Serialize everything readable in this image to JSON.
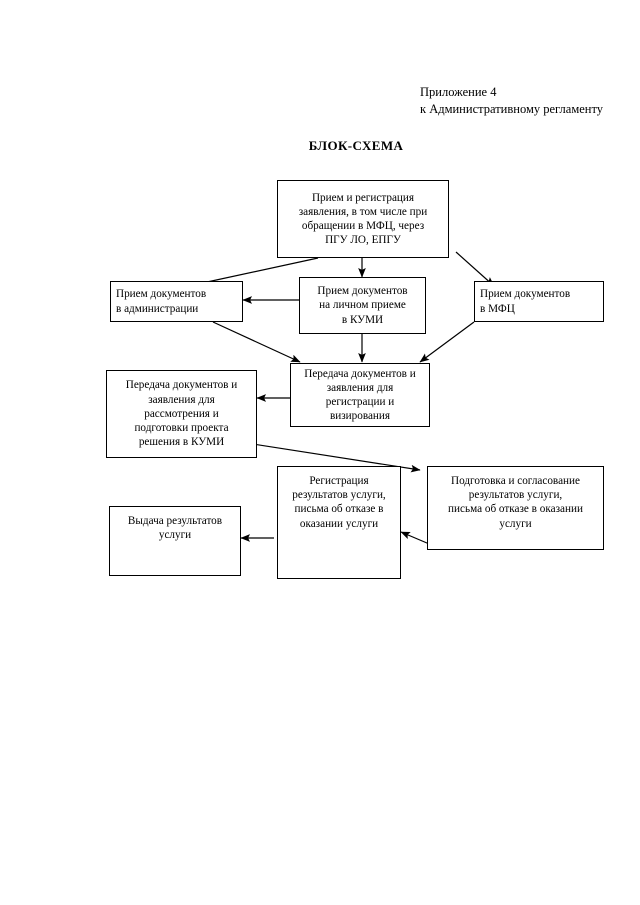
{
  "header": {
    "line1": "Приложение 4",
    "line2": "к Административному регламенту"
  },
  "title": "БЛОК-СХЕМА",
  "diagram": {
    "type": "flowchart",
    "nodes": [
      {
        "id": "intake",
        "lines": [
          "Прием и регистрация",
          "заявления, в том числе при",
          "обращении в МФЦ, через",
          "ПГУ ЛО, ЕПГУ"
        ]
      },
      {
        "id": "admin",
        "lines": [
          "Прием документов",
          "в администрации"
        ]
      },
      {
        "id": "kumi",
        "lines": [
          "Прием документов",
          "на личном приеме",
          "в КУМИ"
        ]
      },
      {
        "id": "mfc",
        "lines": [
          "Прием документов",
          "в МФЦ"
        ]
      },
      {
        "id": "transfer-reg",
        "lines": [
          "Передача документов и",
          "заявления для",
          "регистрации и",
          "визирования"
        ]
      },
      {
        "id": "transfer-review",
        "lines": [
          "Передача документов и",
          "заявления для",
          "рассмотрения и",
          "подготовки проекта",
          "решения в КУМИ"
        ]
      },
      {
        "id": "registration",
        "lines": [
          "Регистрация",
          "результатов услуги,",
          "письма об отказе в",
          "оказании услуги"
        ]
      },
      {
        "id": "preparation",
        "lines": [
          "Подготовка и согласование",
          "результатов услуги,",
          "письма об отказе в оказании",
          "услуги"
        ]
      },
      {
        "id": "issue",
        "lines": [
          "Выдача результатов",
          "услуги"
        ]
      }
    ],
    "edges": [
      {
        "from": "intake",
        "to": "admin"
      },
      {
        "from": "intake",
        "to": "kumi"
      },
      {
        "from": "intake",
        "to": "mfc"
      },
      {
        "from": "kumi",
        "to": "admin"
      },
      {
        "from": "admin",
        "to": "transfer-reg"
      },
      {
        "from": "kumi",
        "to": "transfer-reg"
      },
      {
        "from": "mfc",
        "to": "transfer-reg"
      },
      {
        "from": "transfer-reg",
        "to": "transfer-review"
      },
      {
        "from": "transfer-review",
        "to": "preparation"
      },
      {
        "from": "preparation",
        "to": "registration"
      },
      {
        "from": "registration",
        "to": "issue"
      }
    ]
  }
}
